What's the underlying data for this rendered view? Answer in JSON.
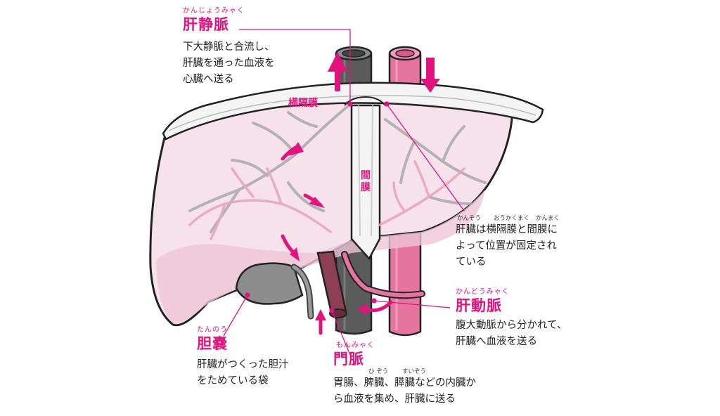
{
  "labels": {
    "hepatic_vein": {
      "ruby": "かんじょうみゃく",
      "title": "肝静脈",
      "desc": [
        "下大静脈と合流し、",
        "肝臓を通った血液を",
        "心臓へ送る"
      ]
    },
    "diaphragm": "横隔膜",
    "mesentery": "間膜",
    "fixation": {
      "ruby_kanzou": "かんぞう",
      "ruby_oukakumaku": "おうかくまく",
      "ruby_kanmaku": "かんまく",
      "desc": [
        "肝臓は横隔膜と間膜に",
        "よって位置が固定され",
        "ている"
      ]
    },
    "hepatic_artery": {
      "ruby": "かんどうみゃく",
      "title": "肝動脈",
      "desc": [
        "腹大動脈から分かれて、",
        "肝臓へ血液を送る"
      ]
    },
    "gallbladder": {
      "ruby": "たんのう",
      "title": "胆嚢",
      "desc": [
        "肝臓がつくった胆汁",
        "をためている袋"
      ]
    },
    "portal_vein": {
      "ruby": "もんみゃく",
      "title": "門脈",
      "ruby_hizou": "ひ ぞう",
      "ruby_suizou": "すいぞう",
      "desc": [
        "胃腸、脾臓、膵臓などの内臓か",
        "ら血液を集め、肝臓に送る"
      ]
    }
  },
  "colors": {
    "accent": "#e2137f",
    "liver_fill": "#f7e1ea",
    "vein_gray": "#5b5b5b",
    "artery_pink": "#e5749f"
  }
}
